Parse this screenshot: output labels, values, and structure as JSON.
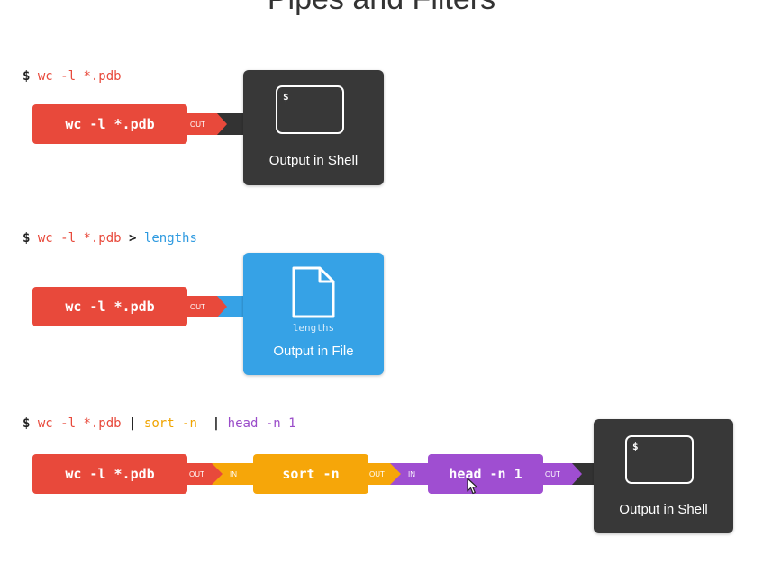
{
  "title": "Pipes and Filters",
  "row1": {
    "command": {
      "dollar": "$",
      "cmd": "wc -l *.pdb"
    },
    "box_label": "wc -l *.pdb",
    "out_tag": "OUT",
    "terminal_prompt": "$",
    "caption": "Output in Shell"
  },
  "row2": {
    "command": {
      "dollar": "$",
      "cmd": "wc -l *.pdb",
      "op": ">",
      "file": "lengths"
    },
    "box_label": "wc -l *.pdb",
    "out_tag": "OUT",
    "filename": "lengths",
    "caption": "Output in File"
  },
  "row3": {
    "command": {
      "dollar": "$",
      "cmd": "wc -l *.pdb",
      "pipe1": "|",
      "sort": "sort -n",
      "pipe2": "|",
      "head": "head -n 1"
    },
    "box1_label": "wc -l *.pdb",
    "box2_label": "sort -n",
    "box3_label": "head -n 1",
    "out_tag": "OUT",
    "in_tag": "IN",
    "terminal_prompt": "$",
    "caption": "Output in Shell"
  },
  "colors": {
    "wc": "#e8493b",
    "sort": "#f6a609",
    "head": "#9f4ed1",
    "shell": "#383838",
    "file": "#36a2e6"
  },
  "icons": [
    "terminal-icon",
    "document-icon",
    "mouse-cursor-icon"
  ]
}
